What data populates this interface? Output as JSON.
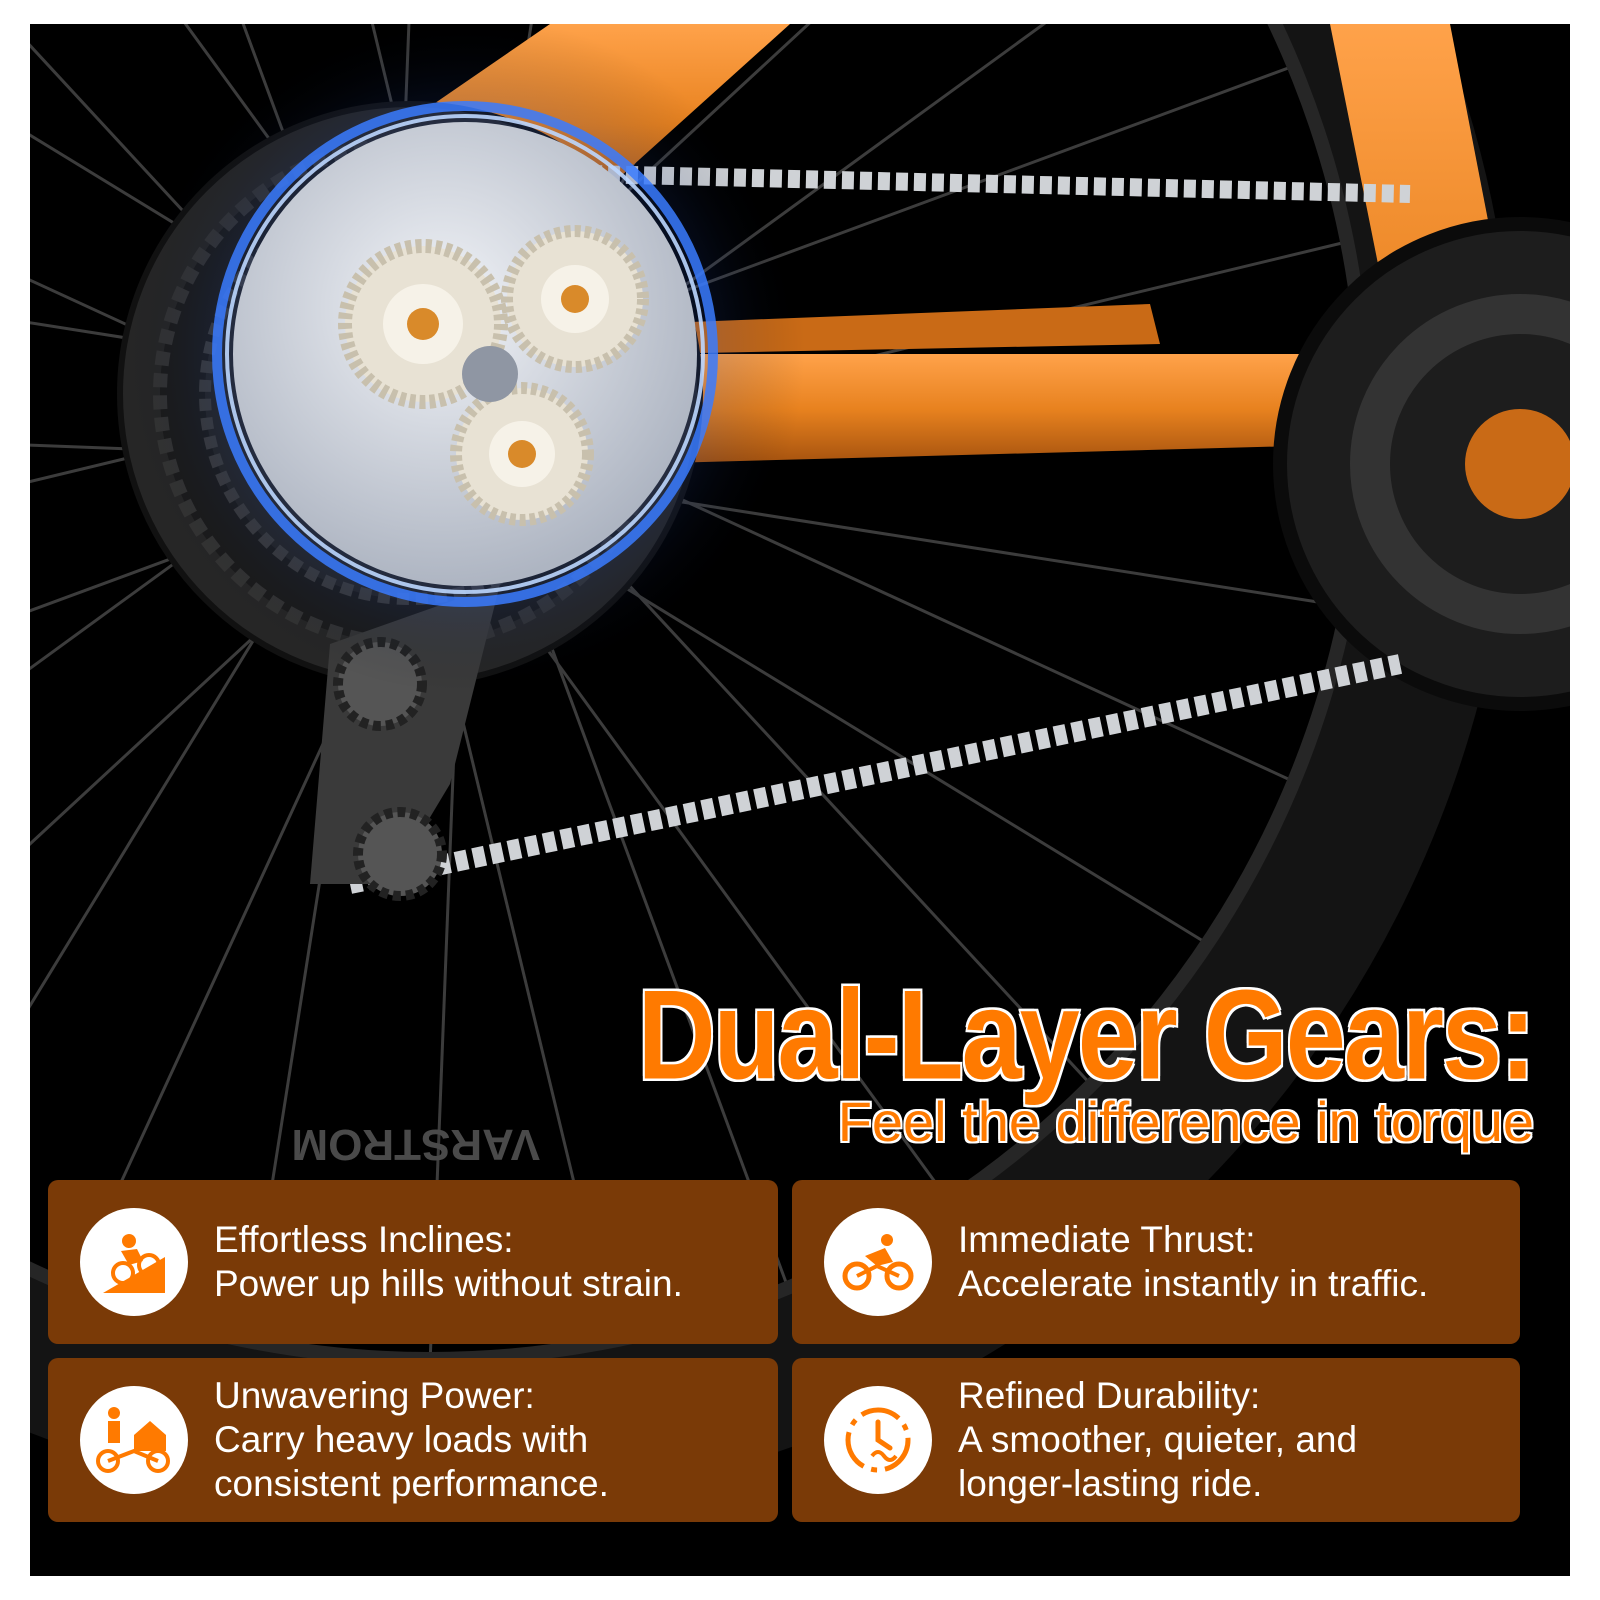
{
  "headline": {
    "title": "Dual-Layer Gears:",
    "subtitle": "Feel the difference in torque"
  },
  "rim_brand": "VARSTROM",
  "colors": {
    "accent": "#ff7a00",
    "card_bg": "#7a3a07",
    "frame": "#e8821f",
    "glow": "#3a7bff",
    "background": "#000000"
  },
  "features": [
    {
      "icon": "hill-climb-rider-icon",
      "title": "Effortless Inclines:",
      "lines": [
        "Power up hills without strain."
      ]
    },
    {
      "icon": "cyclist-icon",
      "title": "Immediate Thrust:",
      "lines": [
        "Accelerate instantly in traffic."
      ]
    },
    {
      "icon": "cargo-bike-icon",
      "title": "Unwavering Power:",
      "lines": [
        "Carry heavy loads with",
        "consistent performance."
      ]
    },
    {
      "icon": "durability-timer-icon",
      "title": "Refined Durability:",
      "lines": [
        "A smoother, quieter, and",
        "longer-lasting ride."
      ]
    }
  ]
}
